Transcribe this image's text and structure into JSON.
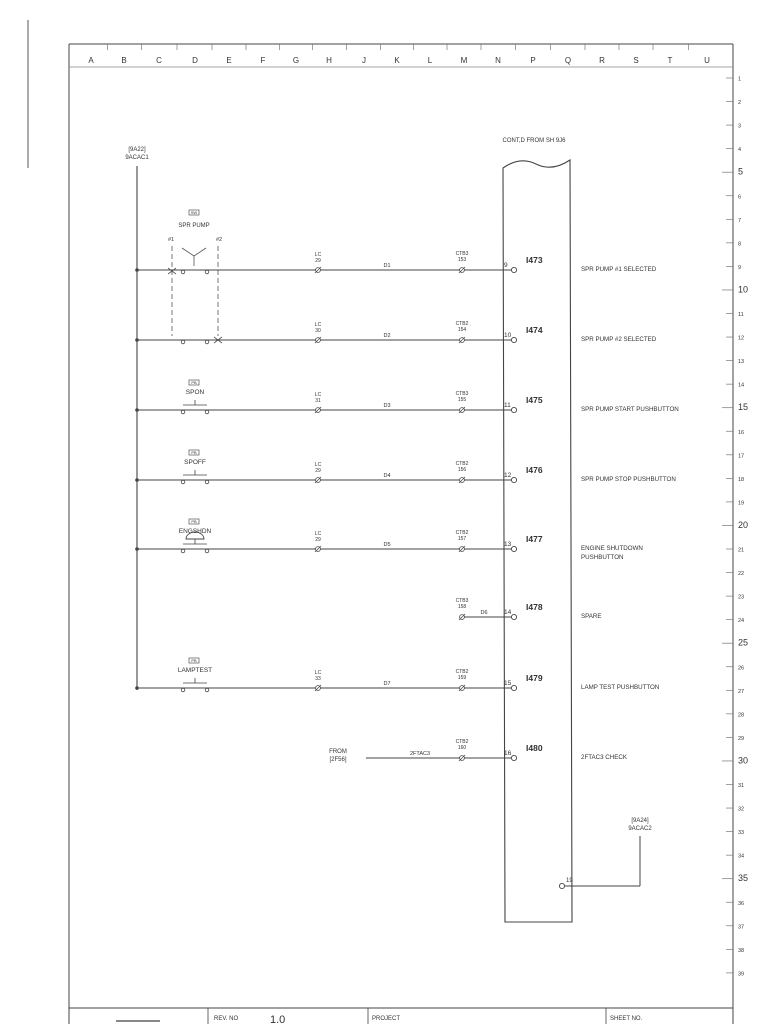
{
  "column_labels": [
    "A",
    "B",
    "C",
    "D",
    "E",
    "F",
    "G",
    "H",
    "J",
    "K",
    "L",
    "M",
    "N",
    "P",
    "Q",
    "R",
    "S",
    "T",
    "U"
  ],
  "row_labels": [
    "1",
    "2",
    "3",
    "4",
    "5",
    "6",
    "7",
    "8",
    "9",
    "10",
    "11",
    "12",
    "13",
    "14",
    "15",
    "16",
    "17",
    "18",
    "19",
    "20",
    "21",
    "22",
    "23",
    "24",
    "25",
    "26",
    "27",
    "28",
    "29",
    "30",
    "31",
    "32",
    "33",
    "34",
    "35",
    "36",
    "37",
    "38",
    "39"
  ],
  "source_ref": {
    "line1": "[9A22]",
    "line2": "9ACAC1"
  },
  "dest_ref": {
    "line1": "[9A24]",
    "line2": "9ACAC2"
  },
  "terminal_block": {
    "title": "CONT,D FROM SH 9J6",
    "bottom_terminal": "19"
  },
  "selector": {
    "tag": "SW",
    "label": "SPR PUMP",
    "pos1": "#1",
    "pos2": "#2"
  },
  "rungs": [
    {
      "device_tag": "",
      "device_label": "",
      "lc_label": "LC",
      "lc_num": "29",
      "wire": "D1",
      "ct_label": "CTB3",
      "ct_num": "153",
      "terminal": "9",
      "input": "I473",
      "description": [
        "SPR PUMP #1 SELECTED"
      ]
    },
    {
      "device_tag": "",
      "device_label": "",
      "lc_label": "LC",
      "lc_num": "30",
      "wire": "D2",
      "ct_label": "CTB2",
      "ct_num": "154",
      "terminal": "10",
      "input": "I474",
      "description": [
        "SPR PUMP #2 SELECTED"
      ]
    },
    {
      "device_tag": "PB",
      "device_label": "SPON",
      "lc_label": "LC",
      "lc_num": "31",
      "wire": "D3",
      "ct_label": "CTB3",
      "ct_num": "155",
      "terminal": "11",
      "input": "I475",
      "description": [
        "SPR PUMP START PUSHBUTTON"
      ]
    },
    {
      "device_tag": "PB",
      "device_label": "SPOFF",
      "lc_label": "LC",
      "lc_num": "29",
      "wire": "D4",
      "ct_label": "CTB2",
      "ct_num": "156",
      "terminal": "12",
      "input": "I476",
      "description": [
        "SPR PUMP STOP PUSHBUTTON"
      ]
    },
    {
      "device_tag": "PB",
      "device_label": "ENGSHDN",
      "lc_label": "LC",
      "lc_num": "29",
      "wire": "D5",
      "ct_label": "CTB2",
      "ct_num": "157",
      "terminal": "13",
      "input": "I477",
      "description": [
        "ENGINE SHUTDOWN",
        "PUSHBUTTON"
      ]
    },
    {
      "device_tag": "",
      "device_label": "",
      "lc_label": "",
      "lc_num": "",
      "wire": "D6",
      "ct_label": "CTB3",
      "ct_num": "158",
      "terminal": "14",
      "input": "I478",
      "description": [
        "SPARE"
      ]
    },
    {
      "device_tag": "PB",
      "device_label": "LAMPTEST",
      "lc_label": "LC",
      "lc_num": "33",
      "wire": "D7",
      "ct_label": "CTB2",
      "ct_num": "159",
      "terminal": "15",
      "input": "I479",
      "description": [
        "LAMP TEST PUSHBUTTON"
      ]
    },
    {
      "device_tag": "",
      "device_label": "",
      "lc_label": "",
      "lc_num": "",
      "wire": "2FTAC3",
      "ct_label": "CTB2",
      "ct_num": "160",
      "terminal": "16",
      "input": "I480",
      "description": [
        "2FTAC3 CHECK"
      ],
      "from_line1": "FROM",
      "from_line2": "[2F56]"
    }
  ],
  "title_block": {
    "rev_label": "REV. NO",
    "rev_value": "1.0",
    "project_label": "PROJECT",
    "sheet_label": "SHEET NO."
  }
}
